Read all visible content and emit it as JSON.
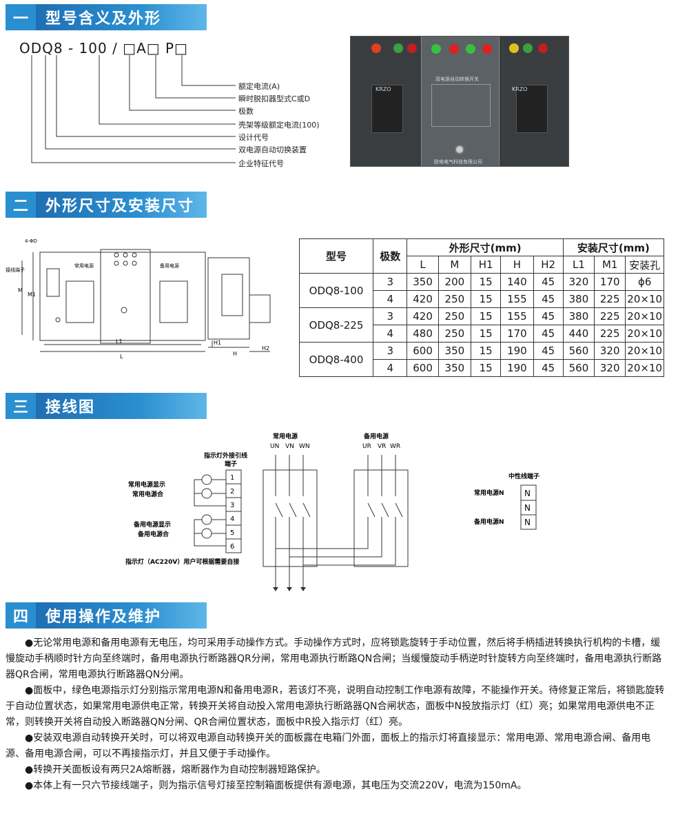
{
  "sections": [
    {
      "num": "一",
      "title": "型号含义及外形"
    },
    {
      "num": "二",
      "title": "外形尺寸及安装尺寸"
    },
    {
      "num": "三",
      "title": "接线图"
    },
    {
      "num": "四",
      "title": "使用操作及维护"
    }
  ],
  "model_meaning": {
    "code": "ODQ8 - 100 / □A□ P□",
    "items": [
      "额定电流(A)",
      "瞬时脱扣器型式C或D",
      "极数",
      "壳架等级额定电流(100)",
      "设计代号",
      "双电源自动切换装置",
      "企业特征代号"
    ]
  },
  "photo": {
    "brand": "KRZO",
    "company": "欧电电气科技有限公司",
    "panel_title": "双电源自动转换开关"
  },
  "drawing": {
    "labels": [
      "4-ΦD",
      "接线端子",
      "常用电源",
      "备用电源",
      "M",
      "M1",
      "L1",
      "L",
      "H1",
      "H",
      "H2"
    ]
  },
  "dims_table": {
    "header_row1": [
      "型号",
      "极数",
      "外形尺寸(mm)",
      "安装尺寸(mm)"
    ],
    "header_row2": [
      "L",
      "M",
      "H1",
      "H",
      "H2",
      "L1",
      "M1",
      "安装孔"
    ],
    "groups": [
      {
        "model": "ODQ8-100",
        "rows": [
          [
            "3",
            "350",
            "200",
            "15",
            "140",
            "45",
            "320",
            "170",
            "ϕ6"
          ],
          [
            "4",
            "420",
            "250",
            "15",
            "155",
            "45",
            "380",
            "225",
            "20×10"
          ]
        ]
      },
      {
        "model": "ODQ8-225",
        "rows": [
          [
            "3",
            "420",
            "250",
            "15",
            "155",
            "45",
            "380",
            "225",
            "20×10"
          ],
          [
            "4",
            "480",
            "250",
            "15",
            "170",
            "45",
            "440",
            "225",
            "20×10"
          ]
        ]
      },
      {
        "model": "ODQ8-400",
        "rows": [
          [
            "3",
            "600",
            "350",
            "15",
            "190",
            "45",
            "560",
            "320",
            "20×10"
          ],
          [
            "4",
            "600",
            "350",
            "15",
            "190",
            "45",
            "560",
            "320",
            "20×10"
          ]
        ]
      }
    ]
  },
  "wiring": {
    "terminal_title": "指示灯外接引线\n端子",
    "terminals": [
      "1",
      "2",
      "3",
      "4",
      "5",
      "6"
    ],
    "normal_group": [
      "常用电源显示",
      "常用电源合"
    ],
    "backup_group": [
      "备用电源显示",
      "备用电源合"
    ],
    "lamp_note": "指示灯（AC220V）用户可根据需要自接",
    "normal_power": {
      "title": "常用电源",
      "phases": [
        "UN",
        "VN",
        "WN"
      ]
    },
    "backup_power": {
      "title": "备用电源",
      "phases": [
        "UR",
        "VR",
        "WR"
      ]
    },
    "neutral": {
      "title": "中性线端子",
      "rows": [
        {
          "label": "常用电源N",
          "box": "N"
        },
        {
          "label": "",
          "box": "N"
        },
        {
          "label": "备用电源N",
          "box": "N"
        }
      ]
    }
  },
  "usage": [
    "●无论常用电源和备用电源有无电压，均可采用手动操作方式。手动操作方式时，应将锁匙旋转于手动位置，然后将手柄插进转换执行机构的卡槽，缓慢旋动手柄顺时针方向至终端时，备用电源执行断路器QR分闸，常用电源执行断路QN合闸；当缓慢旋动手柄逆时针旋转方向至终端时，备用电源执行断路器QR合闸，常用电源执行断路器QN分闸。",
    "●面板中，绿色电源指示灯分别指示常用电源N和备用电源R，若该灯不亮，说明自动控制工作电源有故障，不能操作开关。待修复正常后，将锁匙旋转于自动位置状态，如果常用电源供电正常，转换开关将自动投入常用电源执行断路器QN合闸状态，面板中N投放指示灯（红）亮；如果常用电源供电不正常，则转换开关将自动投入断路器QN分闸、QR合闸位置状态，面板中R投入指示灯（红）亮。",
    "●安装双电源自动转换开关时，可以将双电源自动转换开关的面板露在电箱门外面，面板上的指示灯将直接显示：常用电源、常用电源合闸、备用电源、备用电源合闸，可以不再接指示灯，并且又便于手动操作。",
    "●转换开关面板设有两只2A熔断器，熔断器作为自动控制器短路保护。",
    "●本体上有一只六节接线端子，则为指示信号灯接至控制箱面板提供有源电源，其电压为交流220V，电流为150mA。"
  ],
  "colors": {
    "accent": "#2a8fd0",
    "accent_dark": "#1f6fb3"
  }
}
